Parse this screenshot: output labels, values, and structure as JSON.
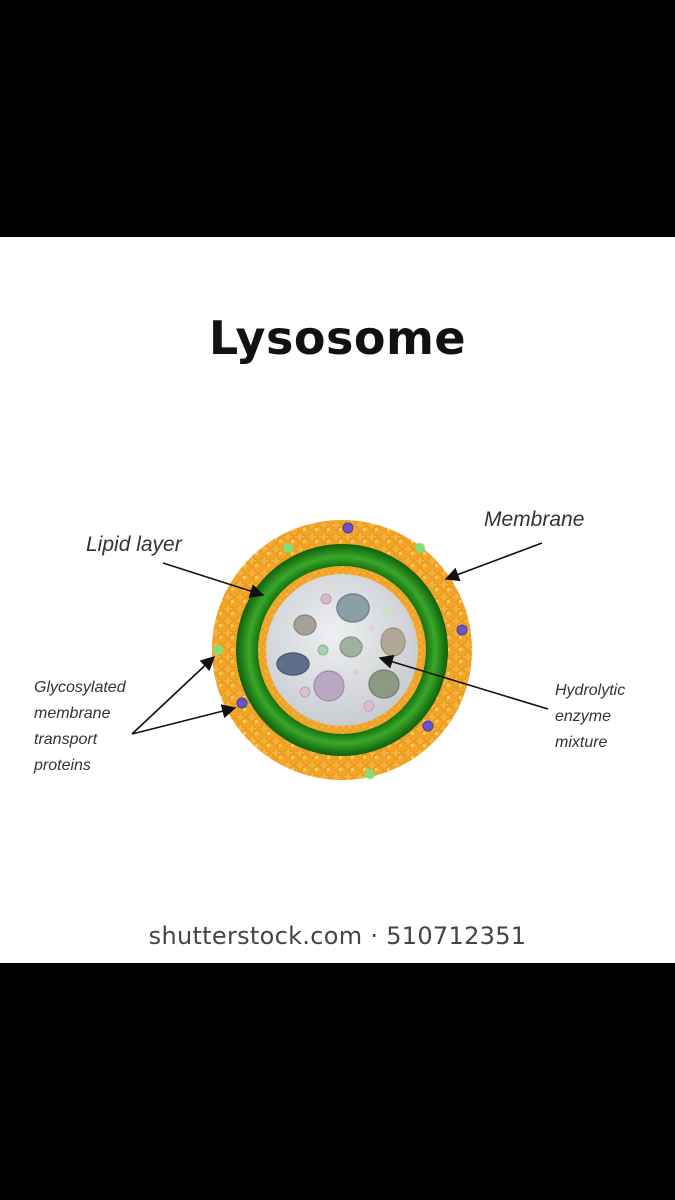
{
  "title": "Lysosome",
  "labels": {
    "lipid_layer": "Lipid layer",
    "membrane": "Membrane",
    "glycosylated": [
      "Glycosylated",
      "membrane",
      "transport",
      "proteins"
    ],
    "hydrolytic": [
      "Hydrolytic",
      "enzyme",
      "mixture"
    ]
  },
  "credit": {
    "site": "shutterstock.com",
    "separator": "·",
    "id": "510712351"
  },
  "colors": {
    "outer_layer": "#f0a72a",
    "membrane_green": "#1f8c16",
    "lumen": "#d6d8dc",
    "protein_green": "#7fe07a",
    "protein_purple": "#6a55c8"
  }
}
